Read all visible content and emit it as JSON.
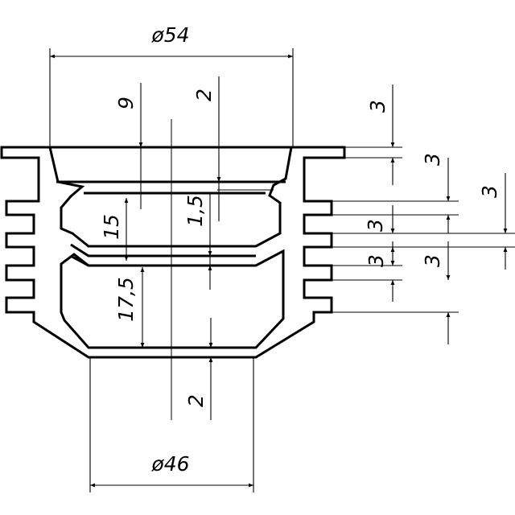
{
  "dimensions": {
    "top_diameter": "ø54",
    "bottom_diameter": "ø46",
    "top_recess_offset": "9",
    "top_lip_depth": "2",
    "bottom_thickness": "2",
    "upper_cavity_height": "15",
    "cavity_step": "1,5",
    "lower_cavity_height": "17,5",
    "flange_thickness": "3",
    "flange_gap": "3",
    "rib_pitch_a": "3",
    "rib_pitch_b": "3",
    "rib_pitch_c": "3",
    "rib_pitch_d": "3"
  }
}
